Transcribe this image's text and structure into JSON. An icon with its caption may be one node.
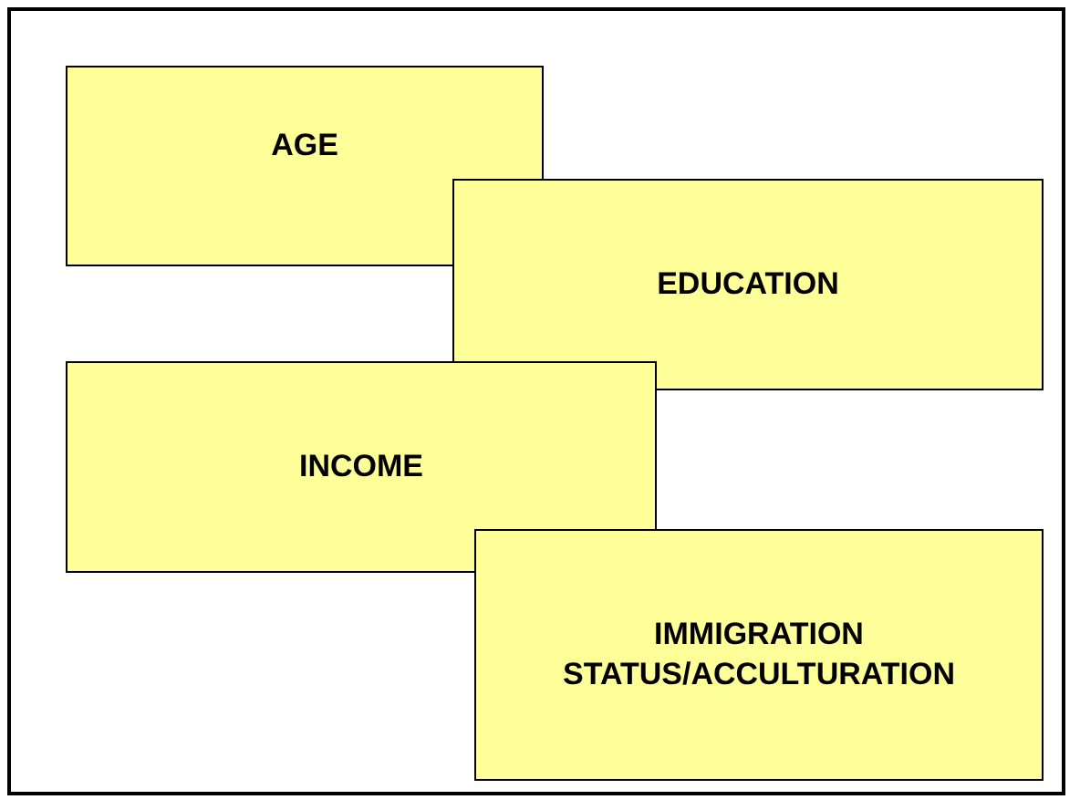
{
  "diagram": {
    "nodes": [
      {
        "text": [
          "AGE"
        ]
      },
      {
        "text": [
          "EDUCATION"
        ]
      },
      {
        "text": [
          "INCOME"
        ]
      },
      {
        "text": [
          "IMMIGRATION STATUS/ACCULTURATION"
        ]
      }
    ]
  }
}
